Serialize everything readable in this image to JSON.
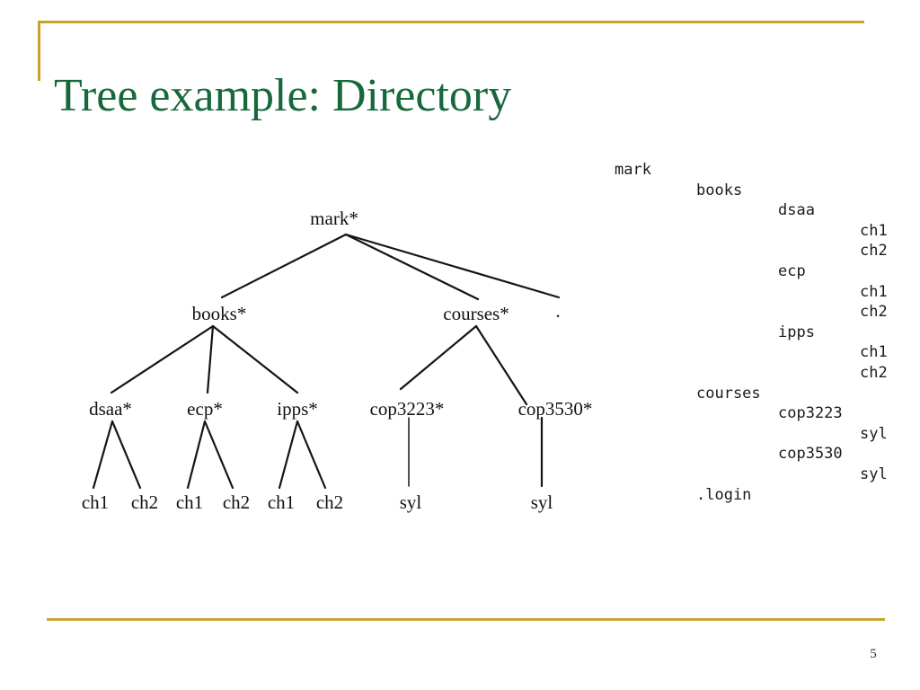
{
  "slide": {
    "title": "Tree example: Directory",
    "page_number": "5",
    "colors": {
      "accent_gold": "#C9A22D",
      "title_green": "#17693C",
      "diagram_ink": "#111111"
    }
  },
  "tree": {
    "root": "mark*",
    "books": "books*",
    "courses": "courses*",
    "login_dot": ".",
    "dsaa": "dsaa*",
    "ecp": "ecp*",
    "ipps": "ipps*",
    "cop3223": "cop3223*",
    "cop3530": "cop3530*",
    "leaves": [
      "ch1",
      "ch2",
      "ch1",
      "ch2",
      "ch1",
      "ch2",
      "syl",
      "syl"
    ]
  },
  "listing": {
    "entries": [
      {
        "text": "mark",
        "indent": 0
      },
      {
        "text": "books",
        "indent": 1
      },
      {
        "text": "dsaa",
        "indent": 2
      },
      {
        "text": "ch1",
        "indent": 3
      },
      {
        "text": "ch2",
        "indent": 3
      },
      {
        "text": "ecp",
        "indent": 2
      },
      {
        "text": "ch1",
        "indent": 3
      },
      {
        "text": "ch2",
        "indent": 3
      },
      {
        "text": "ipps",
        "indent": 2
      },
      {
        "text": "ch1",
        "indent": 3
      },
      {
        "text": "ch2",
        "indent": 3
      },
      {
        "text": "courses",
        "indent": 1
      },
      {
        "text": "cop3223",
        "indent": 2
      },
      {
        "text": "syl",
        "indent": 3
      },
      {
        "text": "cop3530",
        "indent": 2
      },
      {
        "text": "syl",
        "indent": 3
      },
      {
        "text": ".login",
        "indent": 1
      }
    ]
  }
}
